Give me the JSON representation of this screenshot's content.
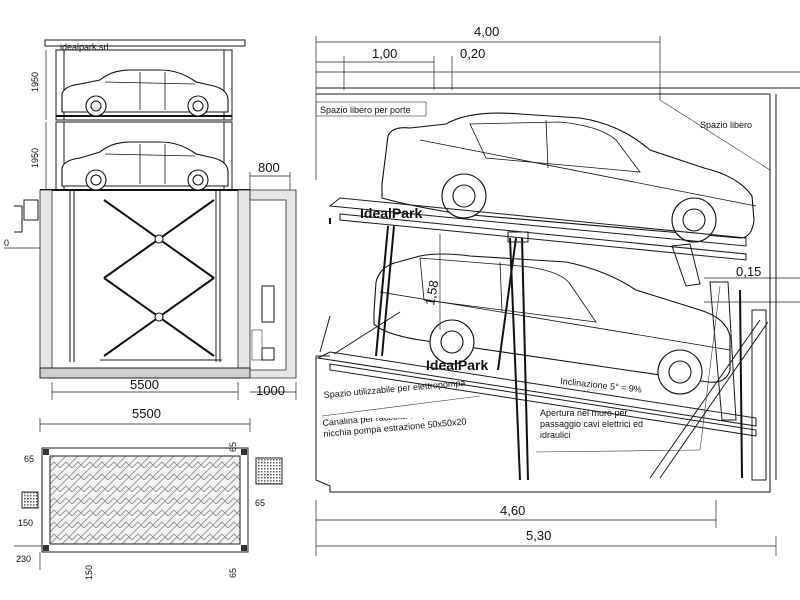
{
  "left_elevation": {
    "brand_plate": "idealpark.srl",
    "height_upper": "1950",
    "height_lower": "1950",
    "pit_width": "5500",
    "side_width": "800",
    "side_bottom": "1000",
    "left_cut": "0"
  },
  "plan_view": {
    "width": "5500",
    "top_right": "65",
    "top_left": "65",
    "right_mid": "65",
    "left_mid": "150",
    "bottom_left": "230",
    "bottom_mid": "150",
    "bottom_right": "65"
  },
  "section": {
    "total_width": "4,00",
    "door_space": "1,00",
    "small_gap": "0,20",
    "label_door_space": "Spazio libero per porte",
    "label_free_space": "Spazio libero",
    "brand_upper": "IdealPark",
    "brand_lower": "IdealPark",
    "height_label": "1,58",
    "right_small": "0,15",
    "incline": "Inclinazione 5° = 9%",
    "pump_space": "Spazio utilizzabile per elettropompa",
    "channel_note": "Canalina per raccolta acqua 10x2 nicchia pompa estrazione 50x50x20",
    "wall_opening": "Apertura nel muro per passaggio cavi elettrici ed idraulici",
    "bottom_width": "4,60",
    "overall_width": "5,30"
  }
}
